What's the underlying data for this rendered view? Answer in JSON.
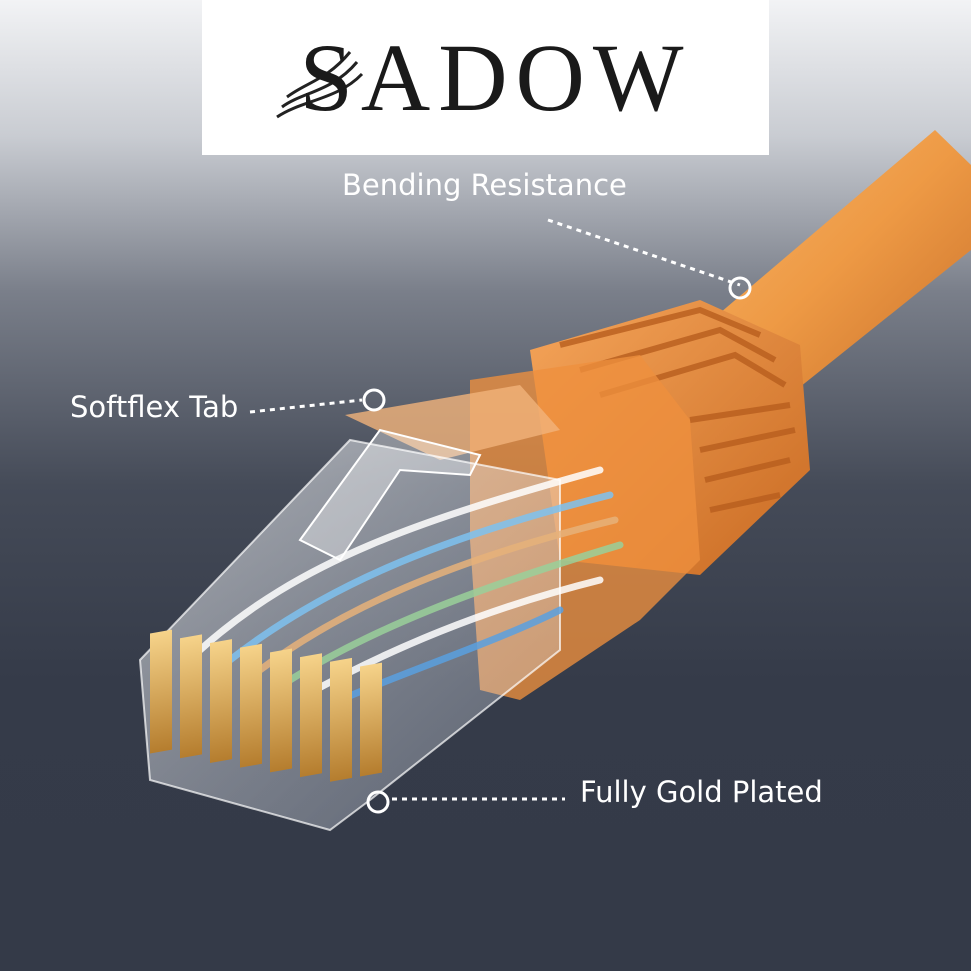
{
  "brand": {
    "logo_text": "SADOW"
  },
  "callouts": {
    "bending_resistance": "Bending Resistance",
    "softflex_tab": "Softflex Tab",
    "fully_gold_plated": "Fully Gold Plated"
  },
  "colors": {
    "cable_orange": "#f0a04f",
    "boot_orange": "#e8873a",
    "background_dark": "#343a48",
    "gold": "#d9a950"
  }
}
